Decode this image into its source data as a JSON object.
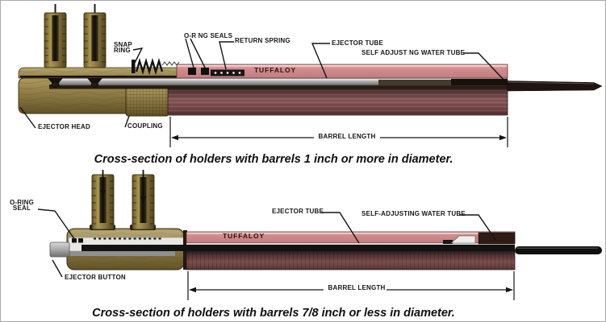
{
  "top_diagram": {
    "labels": {
      "snap_ring": [
        "SNAP",
        "RING"
      ],
      "o_ring_seals": "O-R NG SEALS",
      "return_spring": "RETURN SPRING",
      "ejector_tube": "EJECTOR TUBE",
      "water_tube": "SELF ADJUST NG WATER TUBE",
      "tuffaloy": "TUFFALOY",
      "ejector_head": "EJECTOR HEAD",
      "coupling": "COUPLING",
      "barrel_length": "BARREL LENGTH"
    },
    "caption": "Cross-section of holders with barrels 1 inch or more in diameter."
  },
  "bottom_diagram": {
    "labels": {
      "o_ring_seal": [
        "O-RING",
        "SEAL"
      ],
      "ejector_tube": "EJECTOR TUBE",
      "water_tube": "SELF-ADJUSTING WATER TUBE",
      "tuffaloy": "TUFFALOY",
      "ejector_button": "EJECTOR BUTTON",
      "barrel_length": "BARREL LENGTH"
    },
    "caption": "Cross-section of holders with barrels 7/8 inch or less in diameter."
  },
  "colors": {
    "brass": "#8d7a45",
    "brass_dark": "#5e5026",
    "brass_light": "#b3a262",
    "pink_band": "#d18c8e",
    "pink_highlight": "#e9b6b6",
    "barrel_mauve": "#7a4b4b",
    "barrel_dark": "#3c2424",
    "steel_gray": "#ababab",
    "ink": "#161616"
  }
}
